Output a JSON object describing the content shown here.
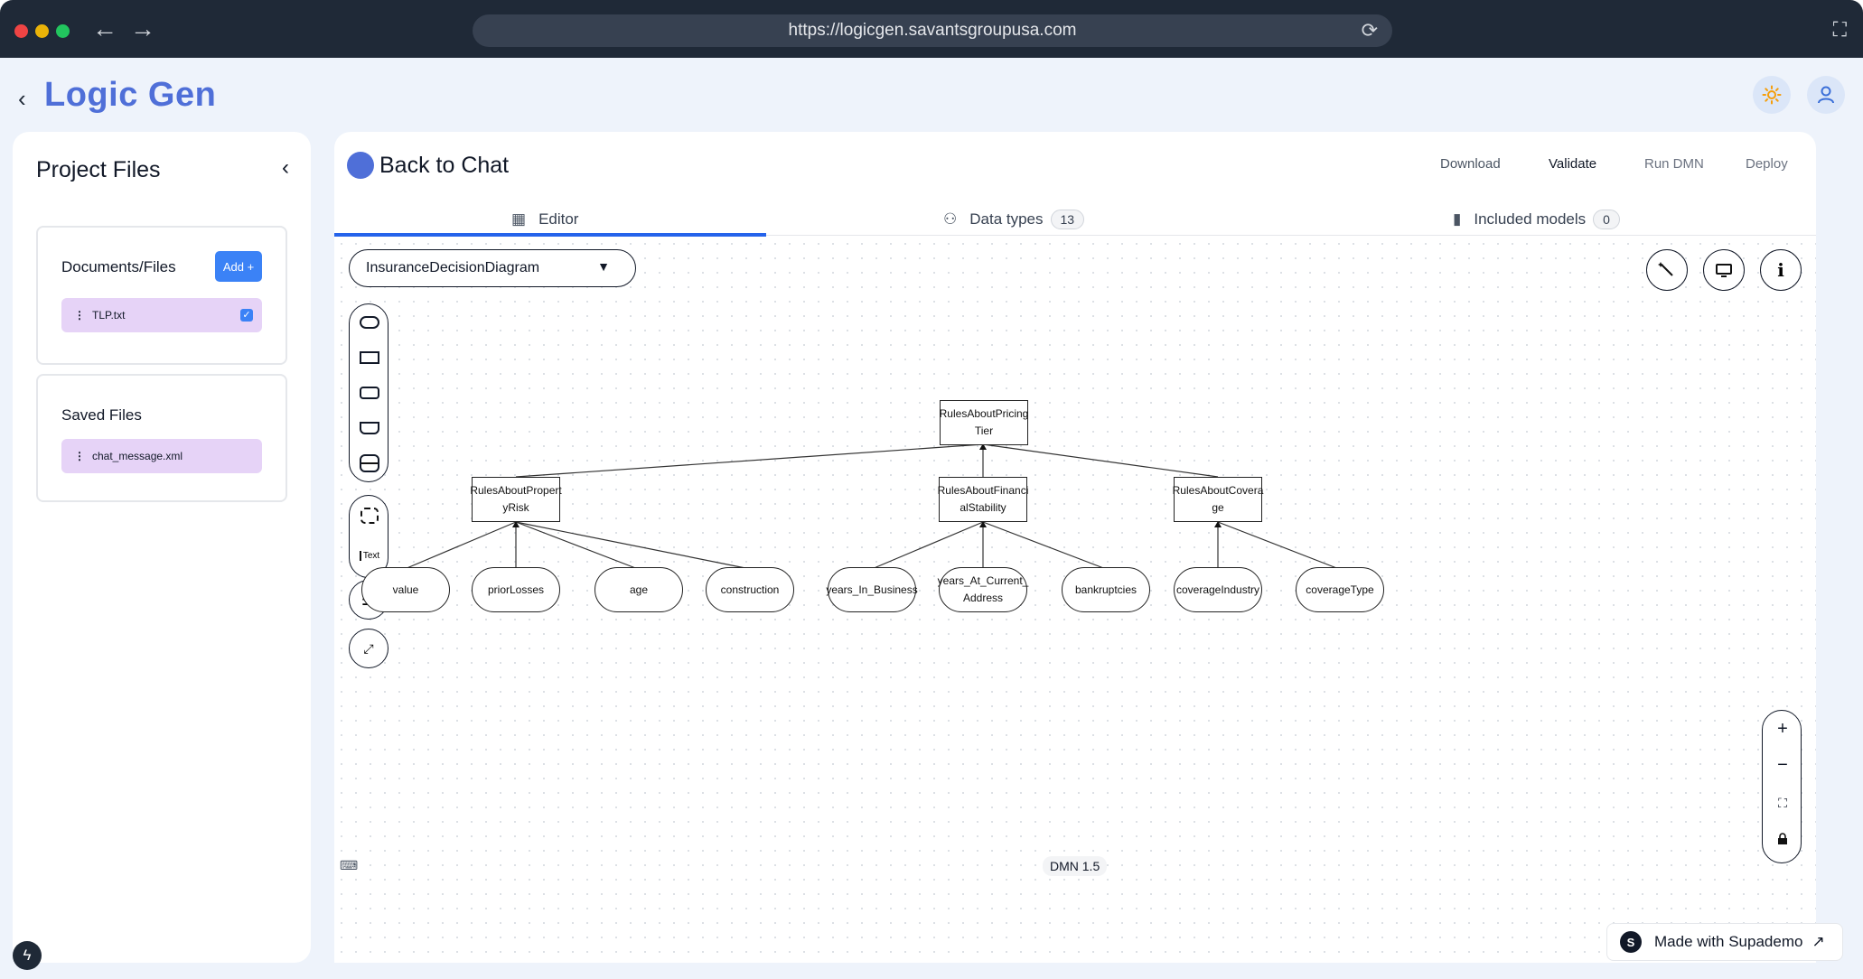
{
  "browser": {
    "url": "https://logicgen.savantsgroupusa.com",
    "traffic_colors": [
      "#ef4444",
      "#eab308",
      "#22c55e"
    ],
    "back_glyph": "←",
    "forward_glyph": "→",
    "reload_glyph": "⟳",
    "expand_glyph": "⛶"
  },
  "header": {
    "back_glyph": "‹",
    "title": "Logic Gen",
    "theme_icon": "sun-icon",
    "user_icon": "user-icon"
  },
  "sidebar": {
    "title": "Project Files",
    "collapse_glyph": "‹",
    "documents": {
      "title": "Documents/Files",
      "add_label": "Add +",
      "files": [
        {
          "name": "TLP.txt",
          "checked": true
        }
      ]
    },
    "saved": {
      "title": "Saved Files",
      "files": [
        {
          "name": "chat_message.xml"
        }
      ]
    },
    "grip_glyph": "⋮",
    "check_glyph": "✓"
  },
  "main": {
    "back_label": "Back to Chat",
    "actions": [
      {
        "label": "Download"
      },
      {
        "label": "Validate"
      },
      {
        "label": "Run DMN"
      },
      {
        "label": "Deploy"
      }
    ],
    "tabs": [
      {
        "label": "Editor",
        "icon": "grid-icon",
        "active": true
      },
      {
        "label": "Data types",
        "icon": "hierarchy-icon",
        "count": "13"
      },
      {
        "label": "Included models",
        "icon": "file-icon",
        "count": "0"
      }
    ],
    "diagram_select": "InsuranceDecisionDiagram",
    "status": "DMN 1.5",
    "text_tool_label": "Text"
  },
  "diagram": {
    "decisions": [
      {
        "id": "pricing",
        "label_lines": [
          "RulesAboutPricing",
          "Tier"
        ]
      },
      {
        "id": "property",
        "label_lines": [
          "RulesAboutPropert",
          "yRisk"
        ]
      },
      {
        "id": "financial",
        "label_lines": [
          "RulesAboutFinanci",
          "alStability"
        ]
      },
      {
        "id": "coverage",
        "label_lines": [
          "RulesAboutCovera",
          "ge"
        ]
      }
    ],
    "inputs": [
      {
        "id": "value",
        "label_lines": [
          "value"
        ],
        "parent": "property"
      },
      {
        "id": "priorLosses",
        "label_lines": [
          "priorLosses"
        ],
        "parent": "property"
      },
      {
        "id": "age",
        "label_lines": [
          "age"
        ],
        "parent": "property"
      },
      {
        "id": "construction",
        "label_lines": [
          "construction"
        ],
        "parent": "property"
      },
      {
        "id": "yib",
        "label_lines": [
          "years_In_Business"
        ],
        "parent": "financial"
      },
      {
        "id": "yaca",
        "label_lines": [
          "years_At_Current_",
          "Address"
        ],
        "parent": "financial"
      },
      {
        "id": "bankruptcies",
        "label_lines": [
          "bankruptcies"
        ],
        "parent": "financial"
      },
      {
        "id": "coverageIndustry",
        "label_lines": [
          "coverageIndustry"
        ],
        "parent": "coverage"
      },
      {
        "id": "coverageType",
        "label_lines": [
          "coverageType"
        ],
        "parent": "coverage"
      }
    ],
    "edges": [
      [
        "property",
        "pricing"
      ],
      [
        "financial",
        "pricing"
      ],
      [
        "coverage",
        "pricing"
      ]
    ]
  },
  "footer": {
    "supademo_label": "Made with Supademo",
    "supademo_logo": "S",
    "arrow_glyph": "↗"
  }
}
